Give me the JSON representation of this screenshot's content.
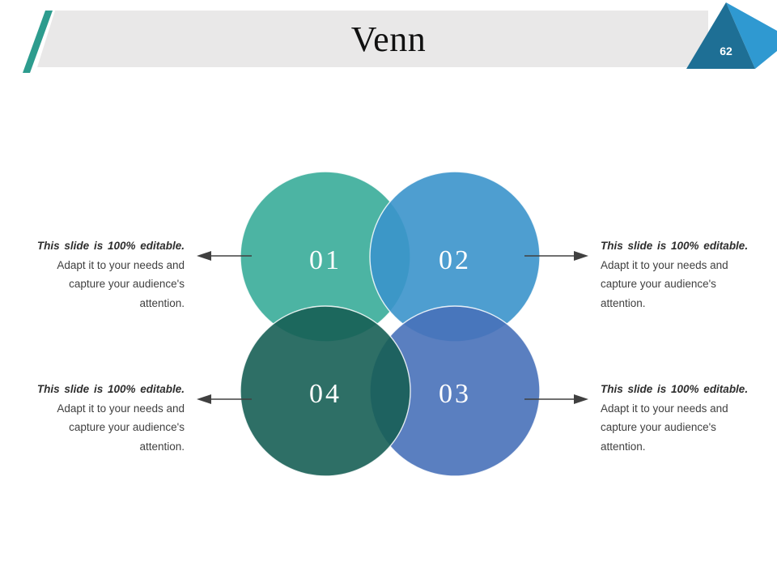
{
  "slide": {
    "title": "Venn",
    "page_number": "62"
  },
  "header": {
    "bar_color": "#e9e8e8",
    "stripe_color": "#2d9c8e",
    "triangle_dark_color": "#1e6f95",
    "triangle_light_color": "#2f99d1"
  },
  "venn": {
    "type": "venn",
    "label_color": "#ffffff",
    "circles": [
      {
        "label": "01",
        "position": "top-left",
        "color": "#39ac99"
      },
      {
        "label": "02",
        "position": "top-right",
        "color": "#3b94cb"
      },
      {
        "label": "03",
        "position": "bottom-right",
        "color": "#4871b9"
      },
      {
        "label": "04",
        "position": "bottom-left",
        "color": "#175f55"
      }
    ]
  },
  "arrow_color": "#404040",
  "text_color": "#3f3f3f",
  "callouts": [
    {
      "position": "top-left",
      "lines": [
        "This slide is 100% editable.",
        "Adapt it to your needs and",
        "capture your audience's",
        "attention."
      ]
    },
    {
      "position": "top-right",
      "lines": [
        "This slide is 100% editable.",
        "Adapt it to your needs and",
        "capture your audience's",
        "attention."
      ]
    },
    {
      "position": "bottom-left",
      "lines": [
        "This slide is 100% editable.",
        "Adapt it to your needs and",
        "capture your audience's",
        "attention."
      ]
    },
    {
      "position": "bottom-right",
      "lines": [
        "This slide is 100% editable.",
        "Adapt it to your needs and",
        "capture your audience's",
        "attention."
      ]
    }
  ]
}
